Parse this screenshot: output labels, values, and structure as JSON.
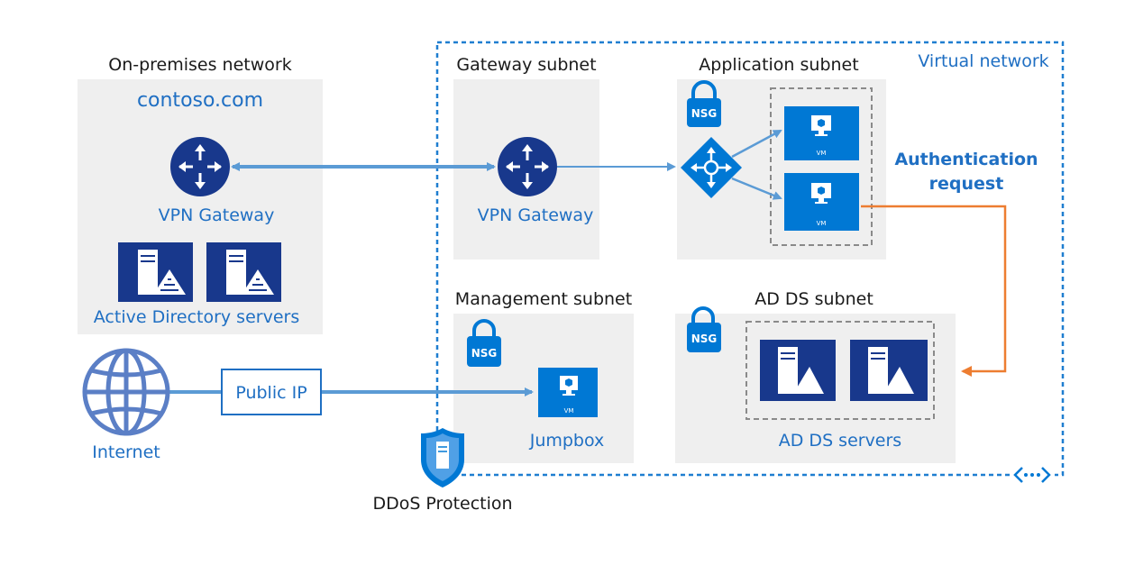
{
  "on_premises": {
    "title": "On-premises network",
    "domain": "contoso.com",
    "vpn_gateway_label": "VPN Gateway",
    "ad_servers_label": "Active Directory servers"
  },
  "virtual_network": {
    "label": "Virtual network",
    "gateway_subnet": {
      "title": "Gateway subnet",
      "vpn_gateway_label": "VPN Gateway"
    },
    "application_subnet": {
      "title": "Application subnet",
      "nsg": "NSG",
      "vm_badge": "VM"
    },
    "management_subnet": {
      "title": "Management subnet",
      "nsg": "NSG",
      "vm_badge": "VM",
      "jumpbox_label": "Jumpbox"
    },
    "adds_subnet": {
      "title": "AD DS subnet",
      "nsg": "NSG",
      "servers_label": "AD DS servers"
    }
  },
  "auth_request": {
    "line1": "Authentication",
    "line2": "request"
  },
  "internet": {
    "label": "Internet"
  },
  "public_ip": {
    "label": "Public IP"
  },
  "ddos": {
    "label": "DDoS Protection"
  },
  "colors": {
    "azure_blue": "#0078d4",
    "dark_navy": "#18388c",
    "arrow_blue": "#5b9bd5",
    "orange": "#ed7d31",
    "subnet_gray": "#efefef",
    "text_blue": "#1f6fc3"
  }
}
